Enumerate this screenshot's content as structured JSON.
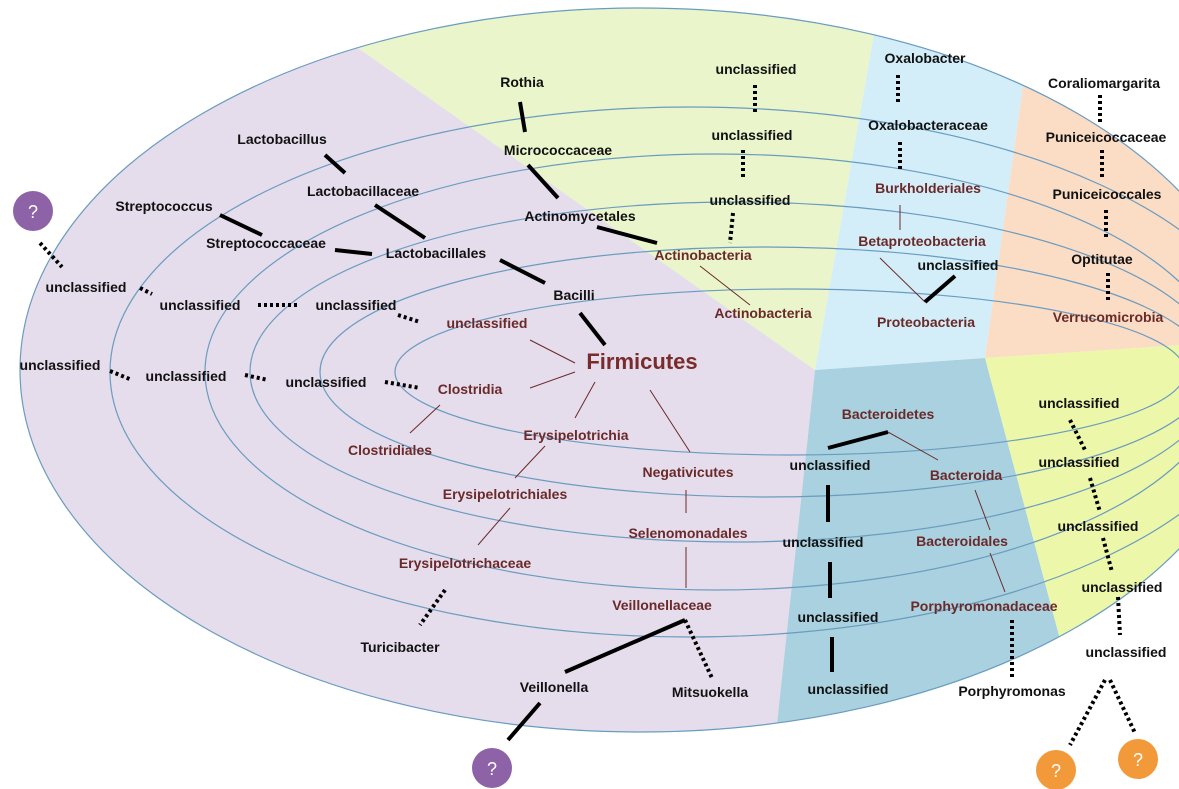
{
  "colors": {
    "firmicutes": "#e5dcec",
    "actinobacteria": "#eaf5cc",
    "proteobacteria": "#d3eef9",
    "verrucomicrobia": "#fbdcc5",
    "bacteroidetes": "#a9d1df",
    "unclassified_sector": "#edf7aa",
    "ring_line": "#6a9cc0",
    "taxon_text": "#6b2a2a",
    "marker_purple": "#8e62a7",
    "marker_orange": "#f29a3a"
  },
  "labels": {
    "firmicutes": "Firmicutes",
    "bacilli": "Bacilli",
    "lactobacillales": "Lactobacillales",
    "lactobacillaceae": "Lactobacillaceae",
    "lactobacillus": "Lactobacillus",
    "streptococcaceae": "Streptococcaceae",
    "streptococcus": "Streptococcus",
    "firm_unclassified_1": "unclassified",
    "firm_unclassified_2": "unclassified",
    "firm_unclassified_3": "unclassified",
    "firm_unclassified_4": "unclassified",
    "clostridia": "Clostridia",
    "clostridiales": "Clostridiales",
    "clost_unclassified_1": "unclassified",
    "clost_unclassified_2": "unclassified",
    "clost_unclassified_3": "unclassified",
    "erysipelotrichia": "Erysipelotrichia",
    "erysipelotrichiales": "Erysipelotrichiales",
    "erysipelotrichaceae": "Erysipelotrichaceae",
    "turicibacter": "Turicibacter",
    "negativicutes": "Negativicutes",
    "selenomonadales": "Selenomonadales",
    "veillonellaceae": "Veillonellaceae",
    "veillonella": "Veillonella",
    "mitsuokella": "Mitsuokella",
    "actinobacteria_phylum": "Actinobacteria",
    "actinobacteria_class": "Actinobacteria",
    "actinomycetales": "Actinomycetales",
    "micrococcaceae": "Micrococcaceae",
    "rothia": "Rothia",
    "actino_unclassified_1": "unclassified",
    "actino_unclassified_2": "unclassified",
    "actino_unclassified_3": "unclassified",
    "proteobacteria": "Proteobacteria",
    "betaproteobacteria": "Betaproteobacteria",
    "burkholderiales": "Burkholderiales",
    "oxalobacteraceae": "Oxalobacteraceae",
    "oxalobacter": "Oxalobacter",
    "proteo_unclassified": "unclassified",
    "verrucomicrobia": "Verrucomicrobia",
    "optitutae": "Optitutae",
    "puniceicoccales": "Puniceicoccales",
    "puniceicoccaceae": "Puniceicoccaceae",
    "coraliomargarita": "Coraliomargarita",
    "bacteroidetes": "Bacteroidetes",
    "bacteroida": "Bacteroida",
    "bacteroidales": "Bacteroidales",
    "porphyromonadaceae": "Porphyromonadaceae",
    "porphyromonas": "Porphyromonas",
    "bact_unclassified_1": "unclassified",
    "bact_unclassified_2": "unclassified",
    "bact_unclassified_3": "unclassified",
    "bact_unclassified_4": "unclassified",
    "right_unclassified_1": "unclassified",
    "right_unclassified_2": "unclassified",
    "right_unclassified_3": "unclassified",
    "right_unclassified_4": "unclassified",
    "right_unclassified_5": "unclassified"
  },
  "markers": {
    "left_purple": "?",
    "bottom_purple": "?",
    "orange_1": "?",
    "orange_2": "?"
  }
}
